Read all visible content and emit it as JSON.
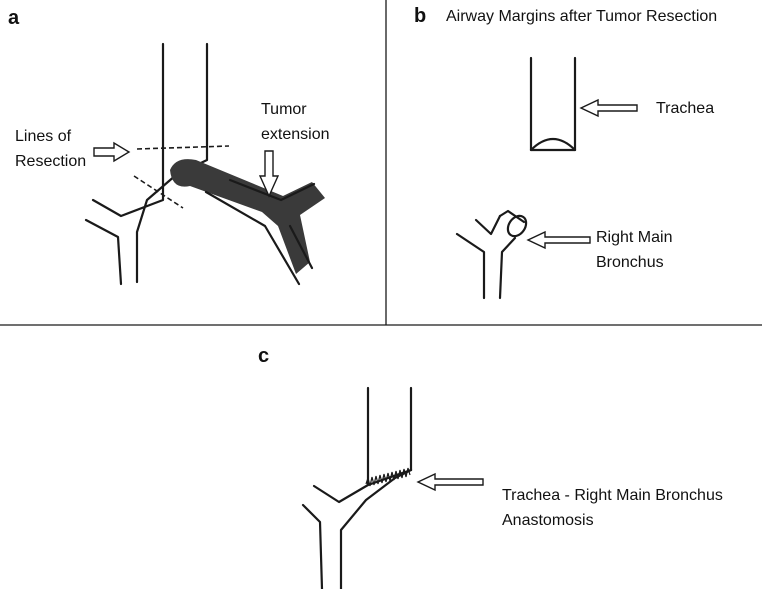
{
  "panels": {
    "a": {
      "letter": "a",
      "resection_label": [
        "Lines of",
        "Resection"
      ],
      "tumor_label": [
        "Tumor",
        "extension"
      ]
    },
    "b": {
      "letter": "b",
      "title": "Airway Margins after Tumor Resection",
      "trachea_label": "Trachea",
      "bronchus_label": [
        "Right Main",
        "Bronchus"
      ]
    },
    "c": {
      "letter": "c",
      "anastomosis_label": [
        "Trachea - Right Main Bronchus",
        "Anastomosis"
      ]
    }
  },
  "colors": {
    "line": "#1a1a1a",
    "tumor": "#3a3a3a",
    "background": "#ffffff"
  }
}
